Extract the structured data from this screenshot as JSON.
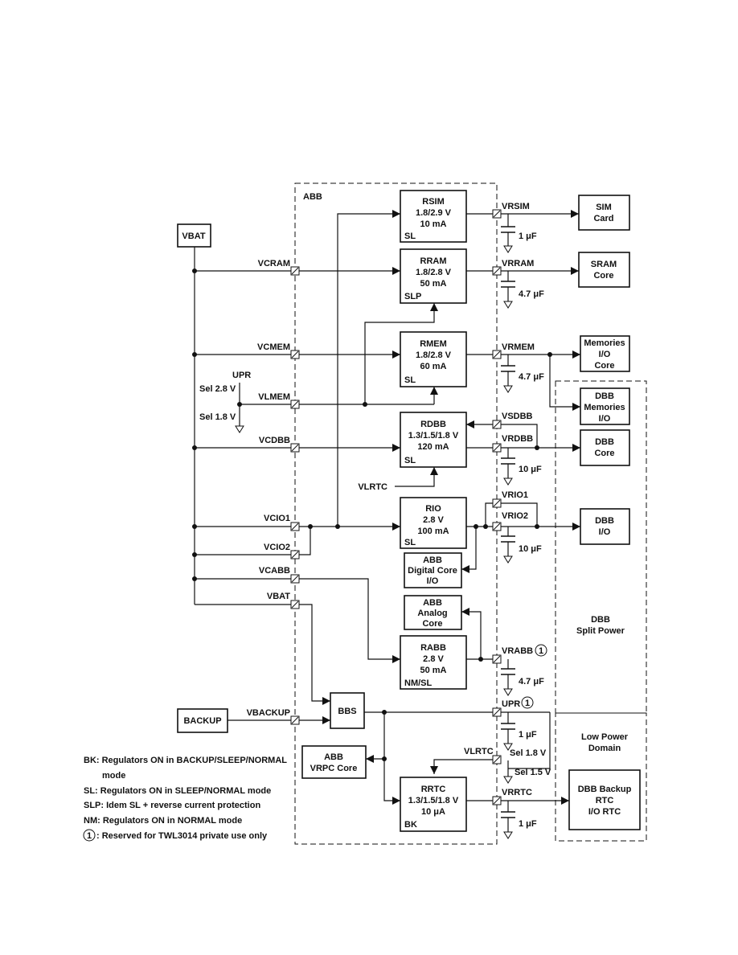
{
  "regions": {
    "abb": "ABB",
    "dbb_split": [
      "DBB",
      "Split Power"
    ],
    "low_power": [
      "Low Power",
      "Domain"
    ]
  },
  "regulators": {
    "rsim": [
      "RSIM",
      "1.8/2.9 V",
      "10 mA"
    ],
    "rsim_mode": "SL",
    "rram": [
      "RRAM",
      "1.8/2.8 V",
      "50 mA"
    ],
    "rram_mode": "SLP",
    "rmem": [
      "RMEM",
      "1.8/2.8 V",
      "60 mA"
    ],
    "rmem_mode": "SL",
    "rdbb": [
      "RDBB",
      "1.3/1.5/1.8 V",
      "120 mA"
    ],
    "rdbb_mode": "SL",
    "rio": [
      "RIO",
      "2.8 V",
      "100 mA"
    ],
    "rio_mode": "SL",
    "rabb": [
      "RABB",
      "2.8 V",
      "50 mA"
    ],
    "rabb_mode": "NM/SL",
    "rrtc": [
      "RRTC",
      "1.3/1.5/1.8 V",
      "10 μA"
    ],
    "rrtc_mode": "BK"
  },
  "blocks": {
    "vbat": "VBAT",
    "backup": "BACKUP",
    "bbs": "BBS",
    "abb_digital": [
      "ABB",
      "Digital Core",
      "I/O"
    ],
    "abb_analog": [
      "ABB",
      "Analog",
      "Core"
    ],
    "abb_vrpc": [
      "ABB",
      "VRPC Core"
    ],
    "sim_card": [
      "SIM",
      "Card"
    ],
    "sram_core": [
      "SRAM",
      "Core"
    ],
    "memories_io": [
      "Memories",
      "I/O",
      "Core"
    ],
    "dbb_memories": [
      "DBB",
      "Memories",
      "I/O"
    ],
    "dbb_core": [
      "DBB",
      "Core"
    ],
    "dbb_io": [
      "DBB",
      "I/O"
    ],
    "dbb_backup": [
      "DBB Backup",
      "RTC",
      "I/O RTC"
    ]
  },
  "inputs": {
    "vcram": "VCRAM",
    "vcmem": "VCMEM",
    "upr": "UPR",
    "sel28": "Sel 2.8 V",
    "vlmem": "VLMEM",
    "sel18": "Sel 1.8 V",
    "vcdbb": "VCDBB",
    "vlrtc": "VLRTC",
    "vcio1": "VCIO1",
    "vcio2": "VCIO2",
    "vcabb": "VCABB",
    "vbat2": "VBAT",
    "vbackup": "VBACKUP"
  },
  "outputs": {
    "vrsim": "VRSIM",
    "vrram": "VRRAM",
    "vrmem": "VRMEM",
    "vsdbb": "VSDBB",
    "vrdbb": "VRDBB",
    "vrio1": "VRIO1",
    "vrio2": "VRIO2",
    "vrabb": "VRABB",
    "upr_out": "UPR",
    "vlrtc_out": "VLRTC",
    "sel18_out": "Sel 1.8 V",
    "sel15_out": "Sel 1.5 V",
    "vrrtc": "VRRTC"
  },
  "caps": {
    "c_rsim": "1 μF",
    "c_rram": "4.7 μF",
    "c_rmem": "4.7 μF",
    "c_rdbb": "10 μF",
    "c_rio": "10 μF",
    "c_rabb": "4.7 μF",
    "c_upr": "1 μF",
    "c_rrtc": "1 μF"
  },
  "markers": {
    "one": "1"
  },
  "legend": {
    "bk": "BK: Regulators ON in BACKUP/SLEEP/NORMAL",
    "bk2": "mode",
    "sl": "SL: Regulators ON in SLEEP/NORMAL mode",
    "slp": "SLP: Idem SL + reverse current protection",
    "nm": "NM: Regulators ON in NORMAL mode",
    "reserved": ": Reserved for TWL3014 private use only"
  }
}
